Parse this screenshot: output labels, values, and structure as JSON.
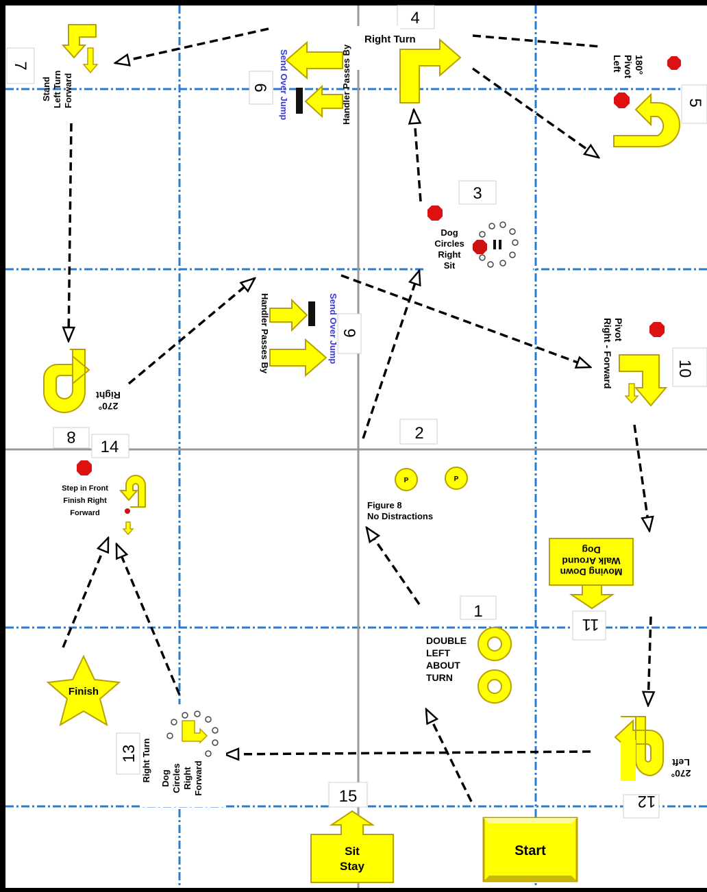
{
  "colors": {
    "sign_fill": "#ffff00",
    "sign_stroke": "#b8a000",
    "grid_blue": "#2a7bd0",
    "center_line": "#9a9a9a",
    "stop_red": "#dd1111",
    "jump_text": "#3a3ad8",
    "background": "#ffffff"
  },
  "course": {
    "station_numbers": [
      "1",
      "2",
      "3",
      "4",
      "5",
      "6",
      "7",
      "8",
      "9",
      "10",
      "11",
      "12",
      "13",
      "14",
      "15"
    ],
    "stations": {
      "s4": "Right Turn",
      "s5_line1": "180°",
      "s5_line2": "Pivot",
      "s5_line3": "Left",
      "s6_line1": "Handler Passes By",
      "s6_line2": "Send Over Jump",
      "s7_line1": "Stand",
      "s7_line2": "Left Turn",
      "s7_line3": "Forward",
      "s3_line1": "Dog",
      "s3_line2": "Circles",
      "s3_line3": "Right",
      "s3_line4": "Sit",
      "s9_line1": "Handler Passes By",
      "s9_line2": "Send Over Jump",
      "s10_line1": "Pivot",
      "s10_line2": "Right - Forward",
      "s8_line1": "270°",
      "s8_line2": "Right",
      "s2_line1": "Figure 8",
      "s2_line2": "No Distractions",
      "s2_pylon": "P",
      "s14_line1": "Step in Front",
      "s14_line2": "Finish Right",
      "s14_line3": "Forward",
      "s11_line1": "Moving Down",
      "s11_line2": "Walk Around",
      "s11_line3": "Dog",
      "s1_line1": "DOUBLE",
      "s1_line2": "LEFT",
      "s1_line3": "ABOUT",
      "s1_line4": "TURN",
      "s13_line1": "Right Turn",
      "s13_line2": "Dog",
      "s13_line3": "Circles",
      "s13_line4": "Right",
      "s13_line5": "Forward",
      "s12_line1": "270°",
      "s12_line2": "Left",
      "finish": "Finish",
      "s15_line1": "Sit",
      "s15_line2": "Stay",
      "start": "Start"
    }
  }
}
